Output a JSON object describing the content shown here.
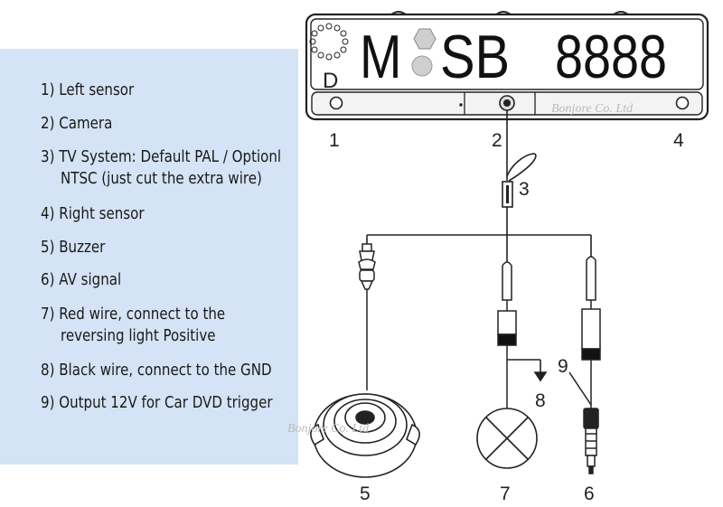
{
  "legend": {
    "items": [
      "1) Left sensor",
      "2) Camera",
      "3) TV System: Default PAL / Optionl",
      "NTSC (just cut the extra wire)",
      "4) Right sensor",
      "5) Buzzer",
      "6) AV signal",
      "7) Red wire, connect to the",
      "reversing light Positive",
      "8) Black wire, connect to the GND",
      "9) Output 12V for Car DVD trigger"
    ]
  },
  "plate": {
    "country": "D",
    "text_left": "M",
    "text_mid": "SB",
    "text_right": "8888"
  },
  "callouts": {
    "n1": "1",
    "n2": "2",
    "n3": "3",
    "n4": "4",
    "n5": "5",
    "n6": "6",
    "n7": "7",
    "n8": "8",
    "n9": "9"
  },
  "watermark": {
    "top": "Bonjore Co. Ltd",
    "bottom": "Bonjore Co. Ltd"
  },
  "colors": {
    "panel": "#d4e3f5",
    "line": "#222222"
  }
}
